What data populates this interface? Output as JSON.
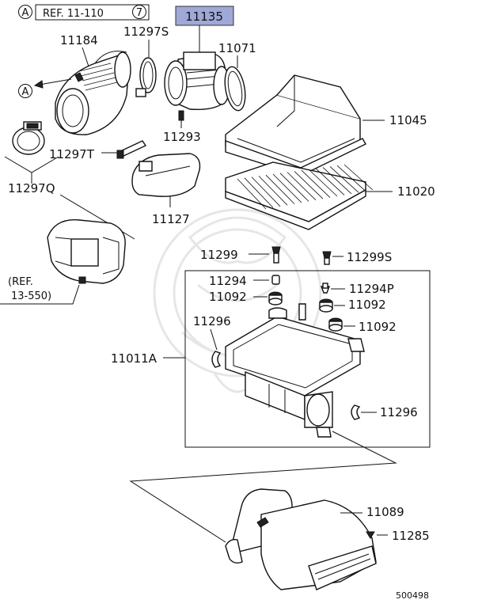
{
  "header": {
    "circle_a": "A",
    "ref_text": "REF. 11-110",
    "circle_7": "7",
    "highlight_label": "11135",
    "highlight_color": "#9fa8d6"
  },
  "labels": {
    "p11184": "11184",
    "p11297S": "11297S",
    "p11071": "11071",
    "p11293": "11293",
    "p11297T": "11297T",
    "p11297Q": "11297Q",
    "p11127": "11127",
    "p11045": "11045",
    "p11020": "11020",
    "p11299": "11299",
    "p11299S": "11299S",
    "p11294": "11294",
    "p11294P": "11294P",
    "p11092_left": "11092",
    "p11092_right1": "11092",
    "p11092_right2": "11092",
    "p11296_top": "11296",
    "p11296_bottom": "11296",
    "p11011A": "11011A",
    "p11089": "11089",
    "p11285": "11285",
    "ref_13_line1": "(REF.",
    "ref_13_line2": "13-550)",
    "circle_a_arrow": "A"
  },
  "footer": {
    "diagram_number": "500498"
  },
  "icons": [
    "watermark-emblem",
    "arrow-left-icon",
    "circle-a-icon",
    "circle-7-icon"
  ]
}
